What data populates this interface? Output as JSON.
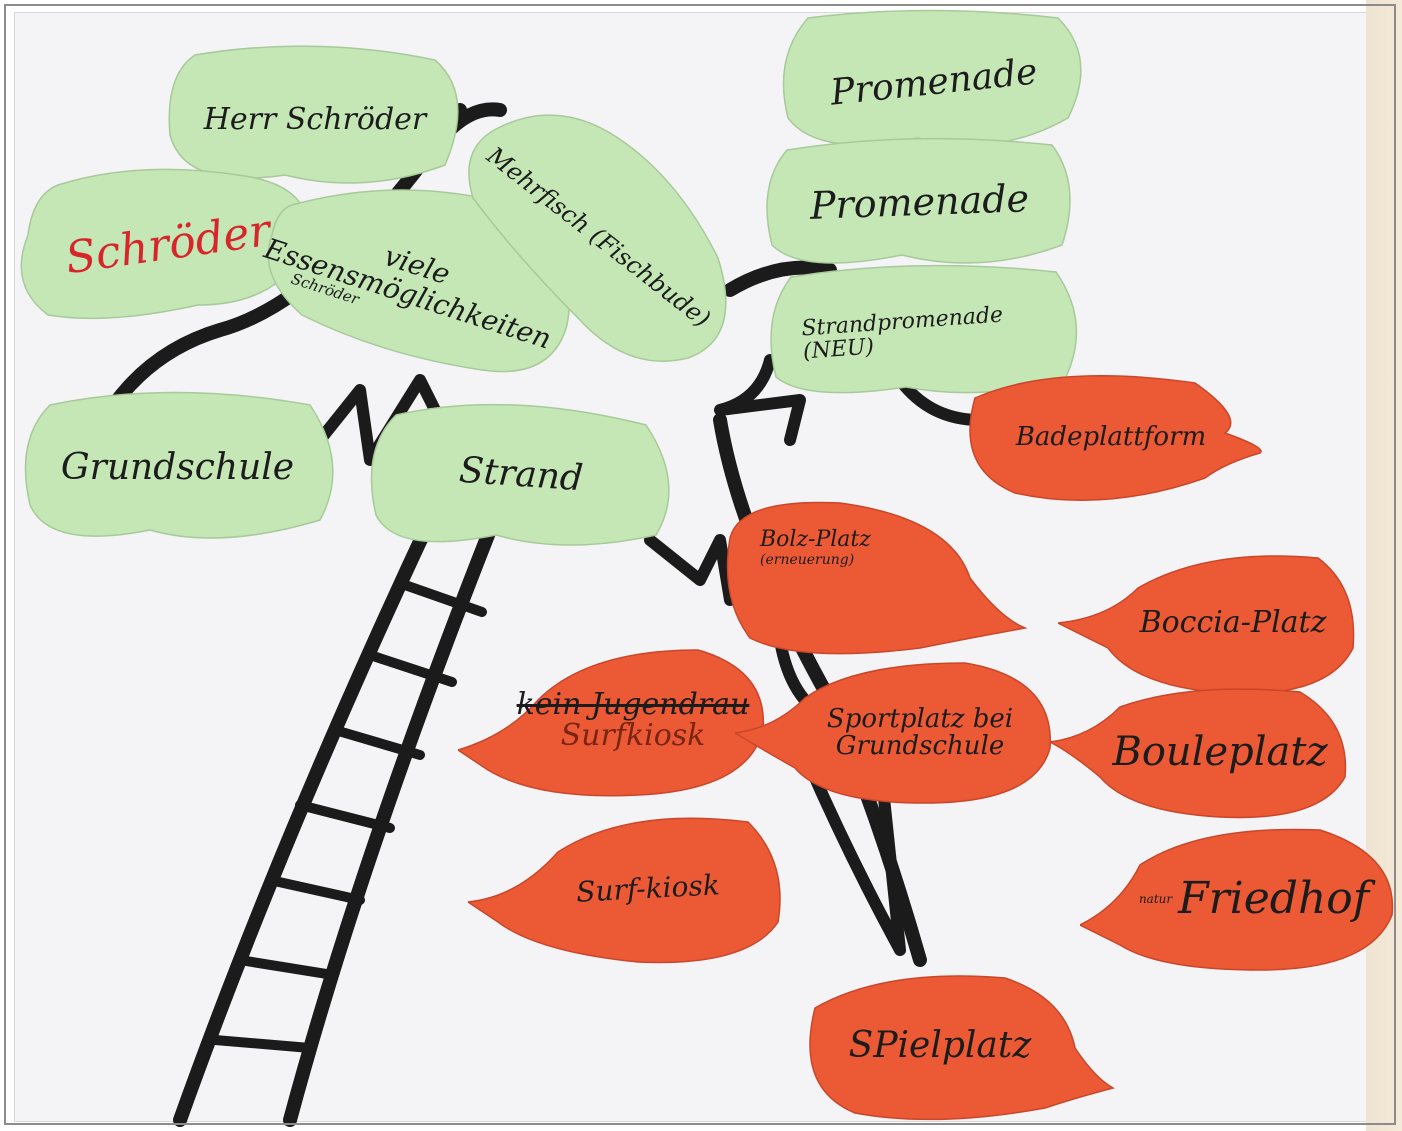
{
  "notes": {
    "herr_schroeder": "Herr Schröder",
    "schroeder_red": "Schröder",
    "viele_essen": "viele Essensmöglichkeiten",
    "viele_essen_small": "Schröder",
    "mehr_fisch": "Mehrfisch (Fischbude)",
    "promenade_1": "Promenade",
    "promenade_2": "Promenade",
    "strandpromenade": "Strandpromenade",
    "strandpromenade_sub": "(NEU)",
    "grundschule": "Grundschule",
    "strand": "Strand",
    "badeplattform": "Badeplattform",
    "bolz_platz": "Bolz-Platz",
    "bolz_platz_sub": "(erneuerung)",
    "boccia_platz": "Boccia-Platz",
    "kein_jugendraum": "kein Jugendrau",
    "surfkiosk": "Surfkiosk",
    "sportplatz": "Sportplatz bei Grundschule",
    "bouleplatz": "Bouleplatz",
    "surf_kiosk": "Surf-kiosk",
    "friedhof_prefix": "natur",
    "friedhof": "Friedhof",
    "spielplatz": "SPielplatz"
  },
  "colors": {
    "green_note": "#c5e6b5",
    "red_note": "#ec5a35",
    "tree_line": "#1b1b1b",
    "poster": "#f4f4f6"
  }
}
